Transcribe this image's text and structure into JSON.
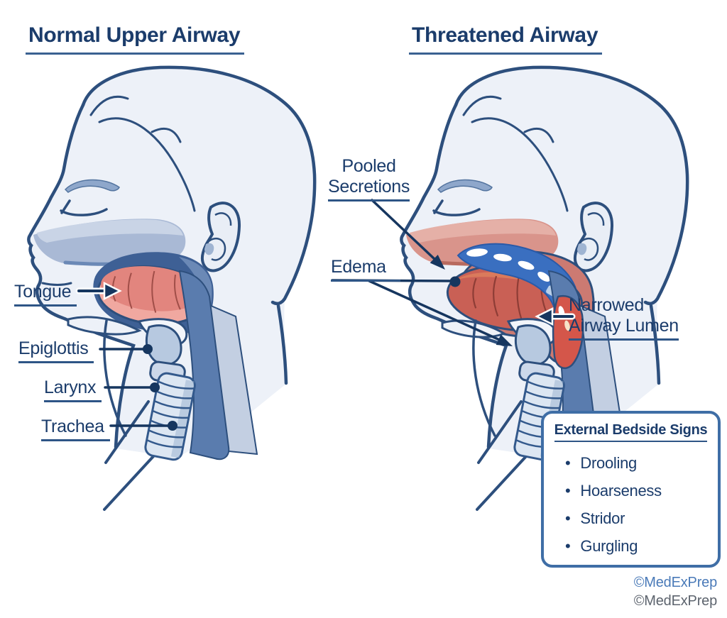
{
  "diagram": {
    "left_panel": {
      "title": "Normal Upper Airway",
      "labels": {
        "tongue": "Tongue",
        "epiglottis": "Epiglottis",
        "larynx": "Larynx",
        "trachea": "Trachea"
      }
    },
    "right_panel": {
      "title": "Threatened Airway",
      "labels": {
        "pooled_secretions": {
          "line1": "Pooled",
          "line2": "Secretions"
        },
        "edema": "Edema",
        "narrowed_airway_lumen": {
          "line1": "Narrowed",
          "line2": "Airway Lumen"
        }
      }
    },
    "signs_box": {
      "title": "External Bedside Signs",
      "bullet": "•",
      "items": [
        "Drooling",
        "Hoarseness",
        "Stridor",
        "Gurgling"
      ]
    },
    "watermarks": {
      "primary": "©MedExPrep",
      "secondary": "©MedExPrep"
    },
    "colors": {
      "label_text": "#1b3c6b",
      "outline": "#2d4f7d",
      "box_border": "#3f6ea6",
      "watermark_blue": "#4a7ab8",
      "watermark_gray": "#5d646e",
      "skin": "#edf1f8",
      "palate_blue": "#a9b9d5",
      "oral_rim_blue": "#3e6095",
      "tongue_pink": "#e2857e",
      "inflamed_red": "#cc7a72",
      "tongue_swollen_red": "#c96055",
      "secretions_blue": "#3a6fc0",
      "narrowed_red": "#d4564a",
      "cartilage_blue": "#ccd8ea"
    }
  }
}
